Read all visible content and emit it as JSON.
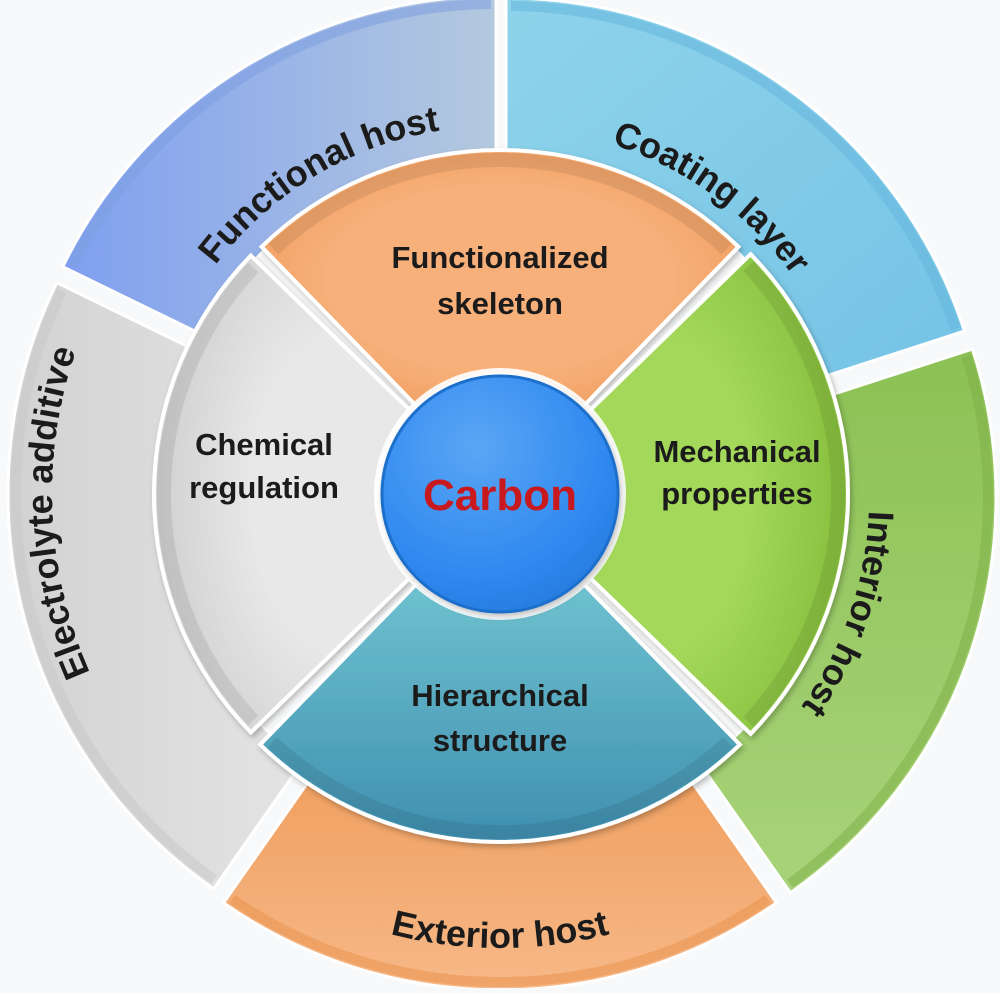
{
  "center": {
    "label": "Carbon",
    "color": "#c8191f"
  },
  "outer_ring": [
    {
      "id": "functional-host",
      "label": "Functional host",
      "color_start": "#86a5ec",
      "color_end": "#a9c1de"
    },
    {
      "id": "coating-layer",
      "label": "Coating layer",
      "color_start": "#80cde9",
      "color_end": "#9ed6e8"
    },
    {
      "id": "interior-host",
      "label": "Interior host",
      "color_start": "#90c25a",
      "color_end": "#a8d07a"
    },
    {
      "id": "exterior-host",
      "label": "Exterior host",
      "color_start": "#f2a567",
      "color_end": "#f5b482"
    },
    {
      "id": "electrolyte-additive",
      "label": "Electrolyte additive",
      "color_start": "#d4d4d4",
      "color_end": "#e2e2e2"
    }
  ],
  "inner_ring": [
    {
      "id": "functionalized-skeleton",
      "lines": [
        "Functionalized",
        "skeleton"
      ],
      "color": "#f4a86e"
    },
    {
      "id": "mechanical-properties",
      "lines": [
        "Mechanical",
        "properties"
      ],
      "color": "#9dd24c"
    },
    {
      "id": "hierarchical-structure",
      "lines": [
        "Hierarchical",
        "structure"
      ],
      "color": "#5fb3c6"
    },
    {
      "id": "chemical-regulation",
      "lines": [
        "Chemical",
        "regulation"
      ],
      "color": "#e0e0e0"
    }
  ]
}
